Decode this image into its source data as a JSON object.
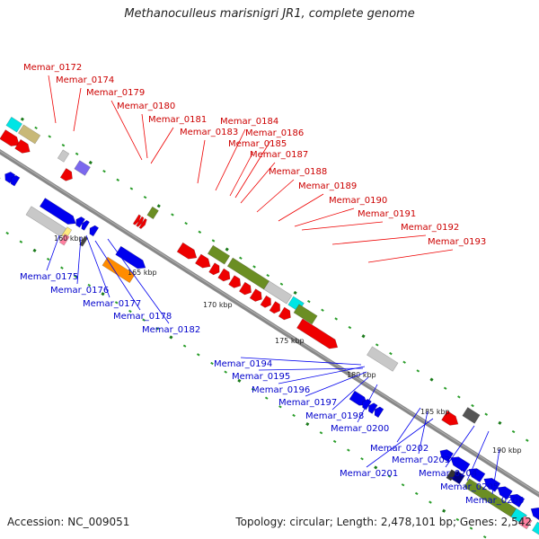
{
  "title": "Methanoculleus marisnigri JR1, complete genome",
  "footer": {
    "accession": "Accession: NC_009051",
    "summary": "Topology: circular; Length: 2,478,101 bp; Genes: 2,542"
  },
  "kbp_labels": [
    "160 kbp",
    "165 kbp",
    "170 kbp",
    "175 kbp",
    "180 kbp",
    "185 kbp",
    "190 kbp"
  ],
  "red_labels": [
    "Memar_0172",
    "Memar_0174",
    "Memar_0179",
    "Memar_0180",
    "Memar_0181",
    "Memar_0183",
    "Memar_0184",
    "Memar_0186",
    "Memar_0185",
    "Memar_0187",
    "Memar_0188",
    "Memar_0189",
    "Memar_0190",
    "Memar_0191",
    "Memar_0192",
    "Memar_0193"
  ],
  "blue_labels": [
    "Memar_0175",
    "Memar_0176",
    "Memar_0177",
    "Memar_0178",
    "Memar_0182",
    "Memar_0194",
    "Memar_0195",
    "Memar_0196",
    "Memar_0197",
    "Memar_0198",
    "Memar_0200",
    "Memar_0202",
    "Memar_0203",
    "Memar_0201",
    "Memar_0204",
    "Memar_0205",
    "Memar_0206"
  ],
  "colors": {
    "forward": "#ee0000",
    "reverse": "#0000ee",
    "backbone": "#888888",
    "olive": "#6b8e23",
    "gray": "#c8c8c8",
    "orange": "#ff8c00",
    "cyan": "#00e5e5",
    "tan": "#c8b878",
    "violet": "#7b68ee"
  }
}
